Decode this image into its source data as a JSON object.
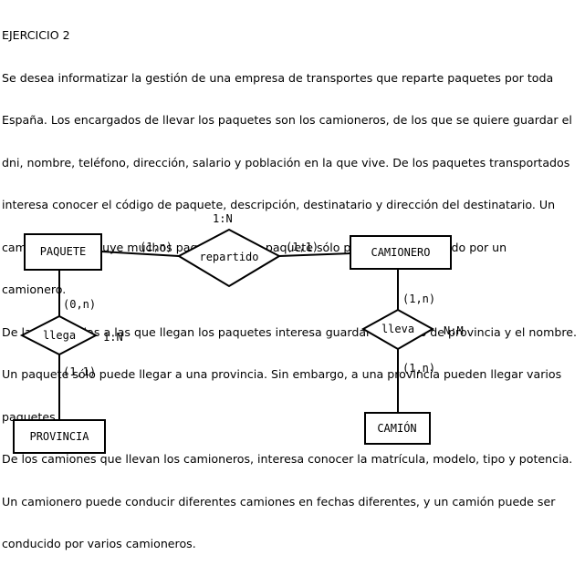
{
  "statement": {
    "lines": [
      "EJERCICIO 2",
      "Se desea informatizar la gestión de una empresa de transportes que reparte paquetes por toda",
      "España. Los encargados de llevar los paquetes son los camioneros, de los que se quiere guardar el",
      "dni, nombre, teléfono, dirección, salario y población en la que vive. De los paquetes transportados",
      "interesa conocer el código de paquete, descripción, destinatario y dirección del destinatario. Un",
      "camionero distribuye muchos paquetes, y un paquete sólo puede ser distribuido por un",
      "camionero.",
      "De las provincias a las que llegan los paquetes interesa guardar el código de provincia y el nombre.",
      "Un paquete sólo puede llegar a una provincia. Sin embargo, a una provincia pueden llegar varios",
      "paquetes.",
      "De los camiones que llevan los camioneros, interesa conocer la matrícula, modelo, tipo y potencia.",
      "Un camionero puede conducir diferentes camiones en fechas diferentes, y un camión puede ser",
      "conducido por varios camioneros."
    ]
  },
  "diagram": {
    "entities": {
      "paquete": "PAQUETE",
      "camionero": "CAMIONERO",
      "provincia": "PROVINCIA",
      "camion": "CAMIÓN"
    },
    "relationships": {
      "repartido": {
        "label": "repartido",
        "type": "1:N"
      },
      "llega": {
        "label": "llega",
        "type": "1:N"
      },
      "lleva": {
        "label": "lleva",
        "type": "N:M"
      }
    },
    "cardinalities": {
      "paquete_repartido": "(1,n)",
      "camionero_repartido": "(1,1)",
      "paquete_llega": "(0,n)",
      "provincia_llega": "(1,1)",
      "camionero_lleva": "(1,n)",
      "camion_lleva": "(1,n)"
    }
  }
}
